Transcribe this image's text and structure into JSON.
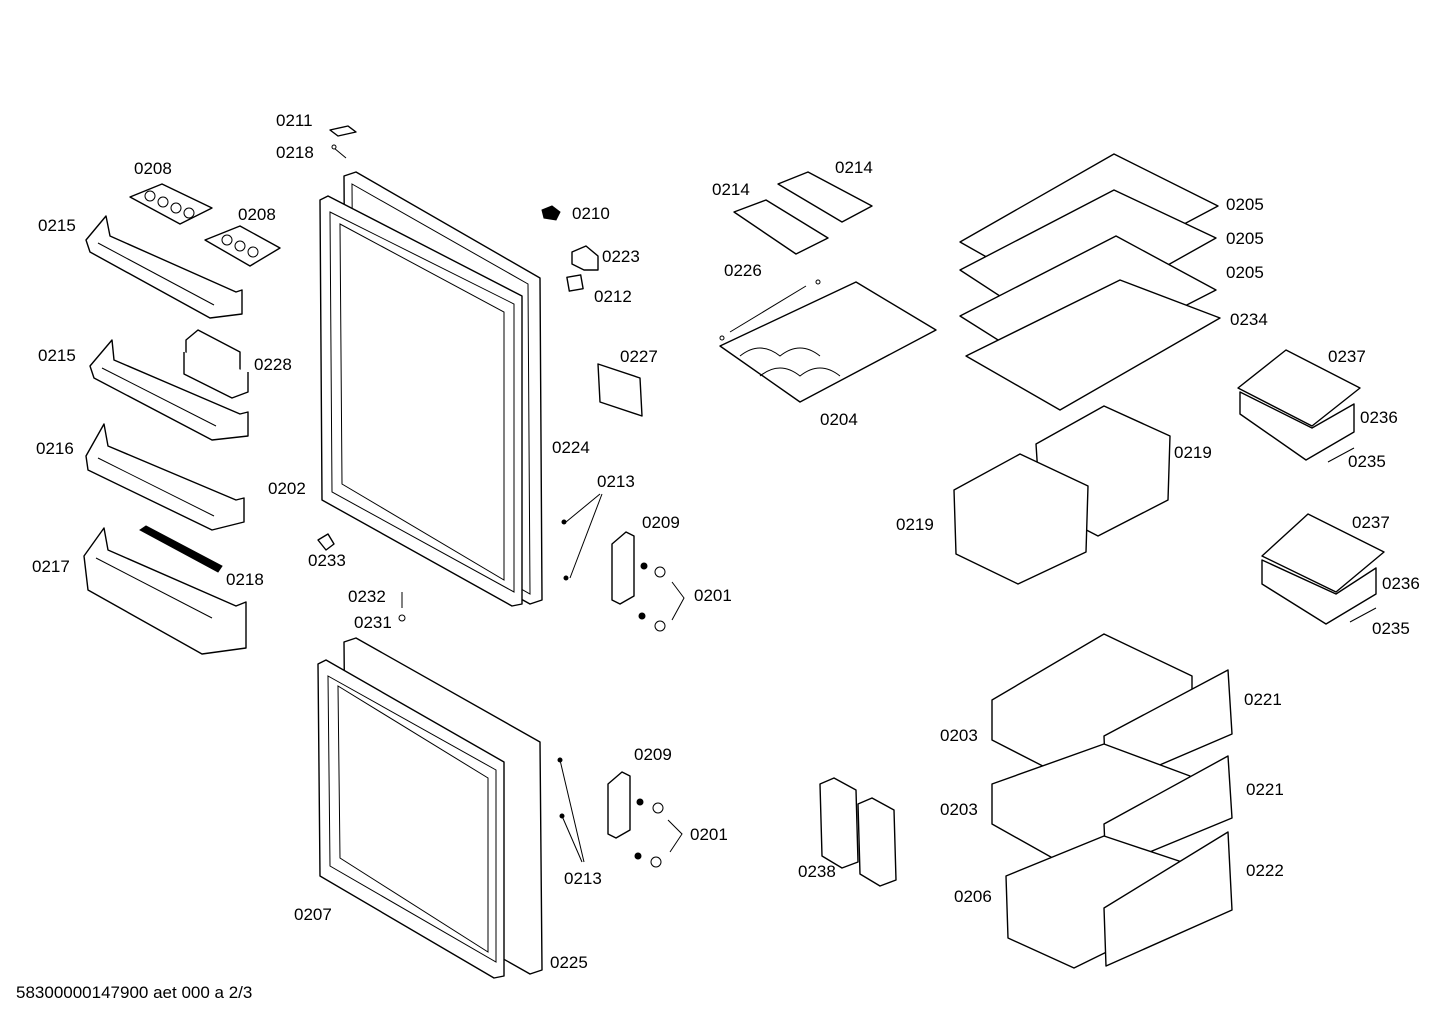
{
  "footer": "58300000147900 aet 000 a 2/3",
  "labels": {
    "l0211": "0211",
    "l0218a": "0218",
    "l0208a": "0208",
    "l0208b": "0208",
    "l0215a": "0215",
    "l0215b": "0215",
    "l0228": "0228",
    "l0216": "0216",
    "l0217": "0217",
    "l0218b": "0218",
    "l0202": "0202",
    "l0233": "0233",
    "l0232": "0232",
    "l0231": "0231",
    "l0210": "0210",
    "l0223": "0223",
    "l0212": "0212",
    "l0227": "0227",
    "l0224": "0224",
    "l0213a": "0213",
    "l0209a": "0209",
    "l0201a": "0201",
    "l0209b": "0209",
    "l0201b": "0201",
    "l0213b": "0213",
    "l0207": "0207",
    "l0225": "0225",
    "l0214a": "0214",
    "l0214b": "0214",
    "l0226": "0226",
    "l0204": "0204",
    "l0205a": "0205",
    "l0205b": "0205",
    "l0205c": "0205",
    "l0234": "0234",
    "l0237a": "0237",
    "l0236a": "0236",
    "l0235a": "0235",
    "l0219a": "0219",
    "l0219b": "0219",
    "l0237b": "0237",
    "l0236b": "0236",
    "l0235b": "0235",
    "l0221a": "0221",
    "l0203a": "0203",
    "l0221b": "0221",
    "l0203b": "0203",
    "l0206": "0206",
    "l0222": "0222",
    "l0238": "0238"
  }
}
